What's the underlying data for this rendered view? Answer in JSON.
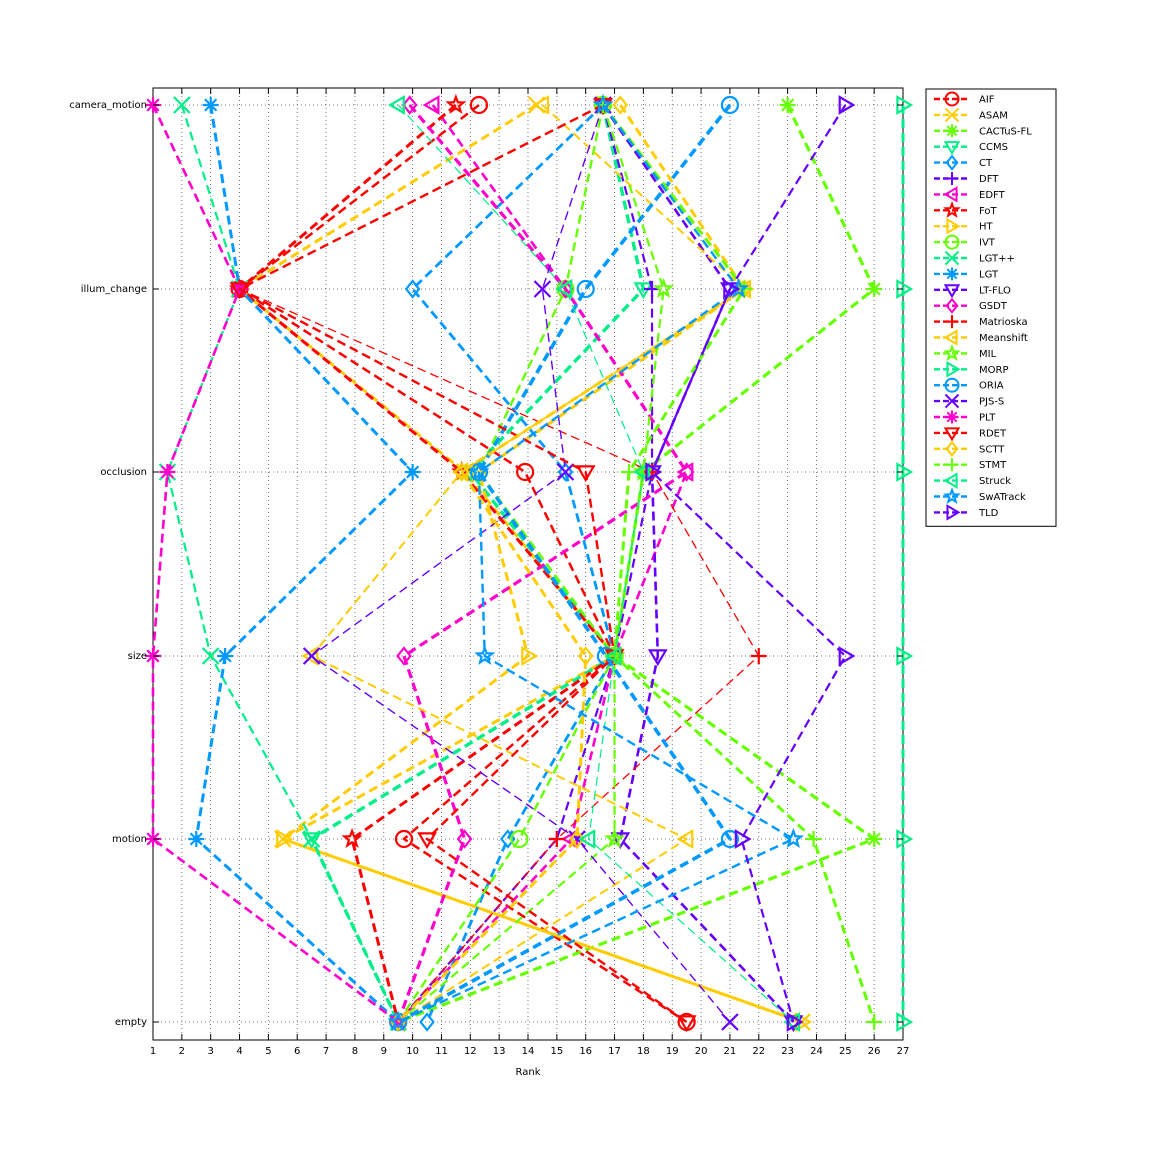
{
  "chart_data": {
    "type": "line",
    "title": "",
    "xlabel": "Rank",
    "ylabel": "",
    "xlim": [
      1,
      27
    ],
    "x_ticks": [
      1,
      2,
      3,
      4,
      5,
      6,
      7,
      8,
      9,
      10,
      11,
      12,
      13,
      14,
      15,
      16,
      17,
      18,
      19,
      20,
      21,
      22,
      23,
      24,
      25,
      26,
      27
    ],
    "categories": [
      "camera_motion",
      "illum_change",
      "occlusion",
      "size",
      "motion",
      "empty"
    ],
    "grid": true,
    "legend_position": "right-outside",
    "series": [
      {
        "name": "AIF",
        "color": "#ff0000",
        "marker": "o",
        "values": [
          12.3,
          4,
          13.9,
          17,
          9.7,
          19.5
        ]
      },
      {
        "name": "ASAM",
        "color": "#ffcc00",
        "marker": "x",
        "values": [
          14.3,
          4,
          11.8,
          17,
          5.5,
          23.5
        ]
      },
      {
        "name": "CACTuS-FL",
        "color": "#66ff00",
        "marker": "*",
        "values": [
          23,
          26,
          18,
          17,
          26,
          9.5
        ]
      },
      {
        "name": "CCMS",
        "color": "#00ee88",
        "marker": "v",
        "values": [
          16.6,
          18,
          12,
          17,
          6.5,
          9.5
        ]
      },
      {
        "name": "CT",
        "color": "#0099ff",
        "marker": "d",
        "values": [
          16.6,
          10,
          15.3,
          17,
          13.3,
          10.5
        ]
      },
      {
        "name": "DFT",
        "color": "#6600ff",
        "marker": "+",
        "values": [
          16.6,
          18.3,
          18.3,
          17,
          15,
          9.5
        ]
      },
      {
        "name": "EDFT",
        "color": "#ff00cc",
        "marker": "<",
        "values": [
          10.7,
          15.3,
          19.5,
          17,
          15.5,
          9.5
        ]
      },
      {
        "name": "FoT",
        "color": "#ff0000",
        "marker": "p",
        "values": [
          11.5,
          4,
          11.7,
          17,
          7.9,
          9.5
        ]
      },
      {
        "name": "HT",
        "color": "#ffcc00",
        "marker": ">",
        "values": [
          16.6,
          21.5,
          12.3,
          14,
          5.5,
          23.5
        ]
      },
      {
        "name": "IVT",
        "color": "#66ff00",
        "marker": "o",
        "values": [
          16.6,
          15.3,
          12.3,
          17,
          13.7,
          9.5
        ]
      },
      {
        "name": "LGT++",
        "color": "#00ee88",
        "marker": "x",
        "values": [
          2,
          4,
          1.5,
          3,
          6.5,
          9.5
        ]
      },
      {
        "name": "LGT",
        "color": "#0099ff",
        "marker": "*",
        "values": [
          3,
          4,
          10,
          3.5,
          2.5,
          9.5
        ]
      },
      {
        "name": "LT-FLO",
        "color": "#6600ff",
        "marker": "v",
        "values": [
          16.6,
          21,
          18.3,
          18.5,
          17.2,
          23.2
        ]
      },
      {
        "name": "GSDT",
        "color": "#ff00cc",
        "marker": "d",
        "values": [
          9.9,
          15.3,
          19.5,
          9.7,
          11.8,
          9.5
        ]
      },
      {
        "name": "Matrioska",
        "color": "#ff0000",
        "marker": "+",
        "values": [
          16.6,
          4,
          18.3,
          22,
          15,
          9.5
        ]
      },
      {
        "name": "Meanshift",
        "color": "#ffcc00",
        "marker": "<",
        "values": [
          14.5,
          21.5,
          11.7,
          6.5,
          19.5,
          9.5
        ]
      },
      {
        "name": "MIL",
        "color": "#66ff00",
        "marker": "p",
        "values": [
          16.6,
          18.7,
          18,
          17,
          17,
          9.5
        ]
      },
      {
        "name": "MORP",
        "color": "#00ee88",
        "marker": ">",
        "values": [
          27,
          27,
          27,
          27,
          27,
          27
        ]
      },
      {
        "name": "ORIA",
        "color": "#0099ff",
        "marker": "o",
        "values": [
          21,
          16,
          12.3,
          16.7,
          21,
          9.5
        ]
      },
      {
        "name": "PJS-S",
        "color": "#6600ff",
        "marker": "x",
        "values": [
          16.6,
          14.5,
          15.3,
          6.5,
          15.7,
          21
        ]
      },
      {
        "name": "PLT",
        "color": "#ff00cc",
        "marker": "*",
        "values": [
          1,
          4,
          1.5,
          1,
          1,
          9.5
        ]
      },
      {
        "name": "RDET",
        "color": "#ff0000",
        "marker": "v",
        "values": [
          16.6,
          4,
          16,
          17,
          10.5,
          19.5
        ]
      },
      {
        "name": "SCTT",
        "color": "#ffcc00",
        "marker": "d",
        "values": [
          17.2,
          21.5,
          11.7,
          16,
          15.7,
          9.5
        ]
      },
      {
        "name": "STMT",
        "color": "#66ff00",
        "marker": "+",
        "values": [
          16.6,
          21.5,
          17.5,
          17,
          23.9,
          26
        ]
      },
      {
        "name": "Struck",
        "color": "#00ee88",
        "marker": "<",
        "values": [
          9.5,
          15.3,
          18,
          17,
          16.1,
          23.2
        ]
      },
      {
        "name": "SwATrack",
        "color": "#0099ff",
        "marker": "p",
        "values": [
          16.6,
          21.3,
          12.3,
          12.5,
          23.2,
          9.5
        ]
      },
      {
        "name": "TLD",
        "color": "#6600ff",
        "marker": ">",
        "values": [
          25,
          21,
          18.3,
          25,
          21.4,
          23.2
        ]
      }
    ]
  }
}
